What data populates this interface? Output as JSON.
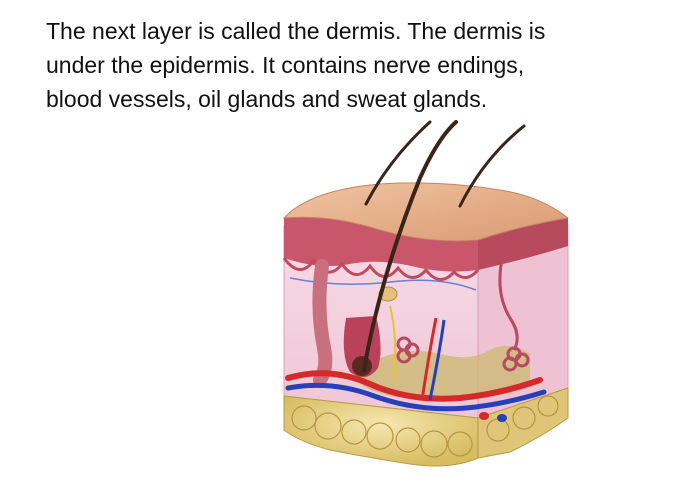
{
  "text": {
    "line1": "The next layer is called the dermis. The dermis is",
    "line2": "under the epidermis. It contains nerve endings,",
    "line3": "blood vessels, oil glands and sweat glands."
  },
  "colors": {
    "skin_surface": "#e8b48f",
    "epidermis": "#cc5b6c",
    "dermis": "#f5d6e2",
    "hair": "#3a2418",
    "fat": "#e9d48a",
    "artery": "#d42a2a",
    "vein": "#2740b8",
    "nerve": "#e8c432"
  },
  "icons": {
    "illustration": "skin-cross-section-illustration"
  }
}
